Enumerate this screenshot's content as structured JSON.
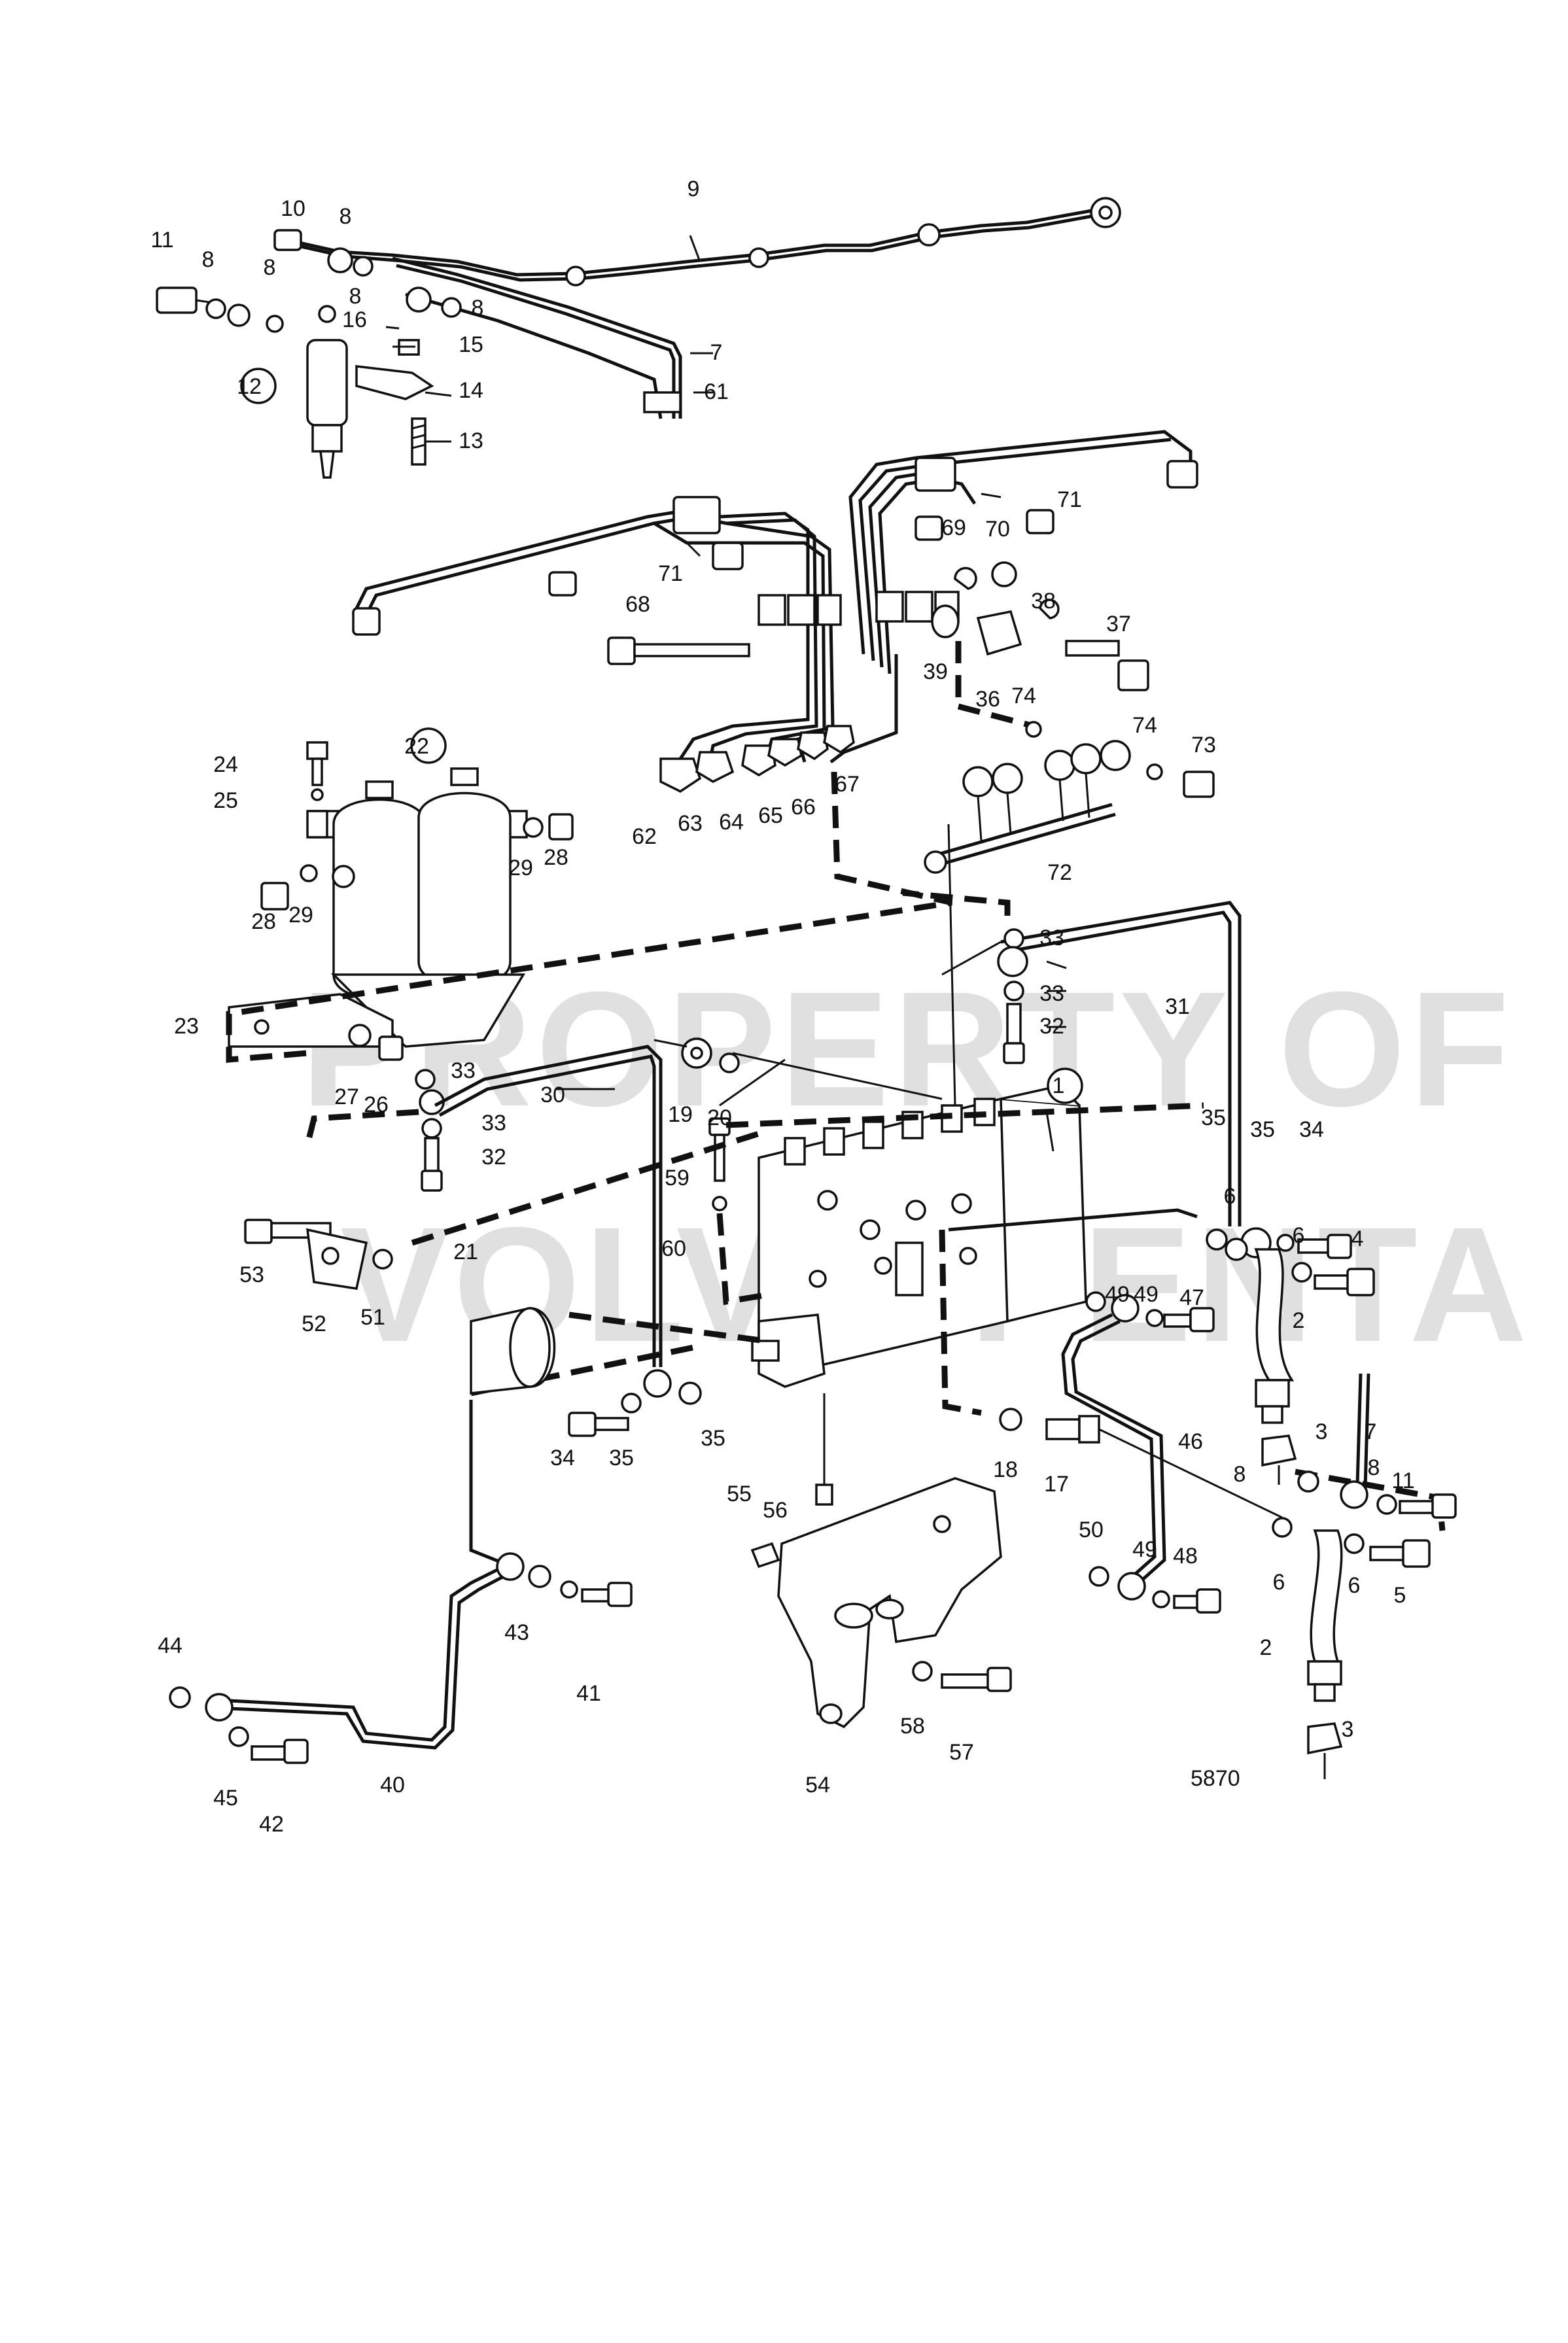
{
  "diagram": {
    "drawing_number": "5870",
    "watermark_line1": "PROPERTY OF",
    "watermark_line2": "VOLVO PENTA",
    "callouts": [
      {
        "id": "c9",
        "text": "9"
      },
      {
        "id": "c10",
        "text": "10"
      },
      {
        "id": "c8a",
        "text": "8"
      },
      {
        "id": "c11a",
        "text": "11"
      },
      {
        "id": "c8b",
        "text": "8"
      },
      {
        "id": "c8c",
        "text": "8"
      },
      {
        "id": "c8d",
        "text": "8"
      },
      {
        "id": "c16",
        "text": "16"
      },
      {
        "id": "c8e",
        "text": "8"
      },
      {
        "id": "c7a",
        "text": "7"
      },
      {
        "id": "c15",
        "text": "15"
      },
      {
        "id": "c12",
        "text": "12"
      },
      {
        "id": "c14",
        "text": "14"
      },
      {
        "id": "c61",
        "text": "61"
      },
      {
        "id": "c13",
        "text": "13"
      },
      {
        "id": "c71a",
        "text": "71"
      },
      {
        "id": "c71b",
        "text": "71"
      },
      {
        "id": "c69",
        "text": "69"
      },
      {
        "id": "c70",
        "text": "70"
      },
      {
        "id": "c38",
        "text": "38"
      },
      {
        "id": "c37",
        "text": "37"
      },
      {
        "id": "c68",
        "text": "68"
      },
      {
        "id": "c39",
        "text": "39"
      },
      {
        "id": "c36",
        "text": "36"
      },
      {
        "id": "c74a",
        "text": "74"
      },
      {
        "id": "c74b",
        "text": "74"
      },
      {
        "id": "c73",
        "text": "73"
      },
      {
        "id": "c22",
        "text": "22"
      },
      {
        "id": "c24",
        "text": "24"
      },
      {
        "id": "c25",
        "text": "25"
      },
      {
        "id": "c62",
        "text": "62"
      },
      {
        "id": "c63",
        "text": "63"
      },
      {
        "id": "c64",
        "text": "64"
      },
      {
        "id": "c65",
        "text": "65"
      },
      {
        "id": "c66",
        "text": "66"
      },
      {
        "id": "c67",
        "text": "67"
      },
      {
        "id": "c29a",
        "text": "29"
      },
      {
        "id": "c28a",
        "text": "28"
      },
      {
        "id": "c28b",
        "text": "28"
      },
      {
        "id": "c29b",
        "text": "29"
      },
      {
        "id": "c72",
        "text": "72"
      },
      {
        "id": "c33a",
        "text": "33"
      },
      {
        "id": "c33b",
        "text": "33"
      },
      {
        "id": "c31",
        "text": "31"
      },
      {
        "id": "c32a",
        "text": "32"
      },
      {
        "id": "c23",
        "text": "23"
      },
      {
        "id": "c27",
        "text": "27"
      },
      {
        "id": "c26",
        "text": "26"
      },
      {
        "id": "c33c",
        "text": "33"
      },
      {
        "id": "c19",
        "text": "19"
      },
      {
        "id": "c20",
        "text": "20"
      },
      {
        "id": "c1",
        "text": "1"
      },
      {
        "id": "c30",
        "text": "30"
      },
      {
        "id": "c33d",
        "text": "33"
      },
      {
        "id": "c32b",
        "text": "32"
      },
      {
        "id": "c35a",
        "text": "35"
      },
      {
        "id": "c35b",
        "text": "35"
      },
      {
        "id": "c34a",
        "text": "34"
      },
      {
        "id": "c59",
        "text": "59"
      },
      {
        "id": "c6a",
        "text": "6"
      },
      {
        "id": "c6b",
        "text": "6"
      },
      {
        "id": "c4",
        "text": "4"
      },
      {
        "id": "c53",
        "text": "53"
      },
      {
        "id": "c60",
        "text": "60"
      },
      {
        "id": "c52",
        "text": "52"
      },
      {
        "id": "c51",
        "text": "51"
      },
      {
        "id": "c21",
        "text": "21"
      },
      {
        "id": "c49a",
        "text": "49"
      },
      {
        "id": "c49b",
        "text": "49"
      },
      {
        "id": "c47",
        "text": "47"
      },
      {
        "id": "c2a",
        "text": "2"
      },
      {
        "id": "c34b",
        "text": "34"
      },
      {
        "id": "c35c",
        "text": "35"
      },
      {
        "id": "c35d",
        "text": "35"
      },
      {
        "id": "c18",
        "text": "18"
      },
      {
        "id": "c17",
        "text": "17"
      },
      {
        "id": "c46",
        "text": "46"
      },
      {
        "id": "c3a",
        "text": "3"
      },
      {
        "id": "c7b",
        "text": "7"
      },
      {
        "id": "c8f",
        "text": "8"
      },
      {
        "id": "c8g",
        "text": "8"
      },
      {
        "id": "c11b",
        "text": "11"
      },
      {
        "id": "c55",
        "text": "55"
      },
      {
        "id": "c56",
        "text": "56"
      },
      {
        "id": "c50",
        "text": "50"
      },
      {
        "id": "c49c",
        "text": "49"
      },
      {
        "id": "c48",
        "text": "48"
      },
      {
        "id": "c6c",
        "text": "6"
      },
      {
        "id": "c6d",
        "text": "6"
      },
      {
        "id": "c5",
        "text": "5"
      },
      {
        "id": "c44",
        "text": "44"
      },
      {
        "id": "c43",
        "text": "43"
      },
      {
        "id": "c41",
        "text": "41"
      },
      {
        "id": "c2b",
        "text": "2"
      },
      {
        "id": "c58",
        "text": "58"
      },
      {
        "id": "c57",
        "text": "57"
      },
      {
        "id": "c3b",
        "text": "3"
      },
      {
        "id": "c45",
        "text": "45"
      },
      {
        "id": "c42",
        "text": "42"
      },
      {
        "id": "c40",
        "text": "40"
      },
      {
        "id": "c54",
        "text": "54"
      }
    ]
  }
}
